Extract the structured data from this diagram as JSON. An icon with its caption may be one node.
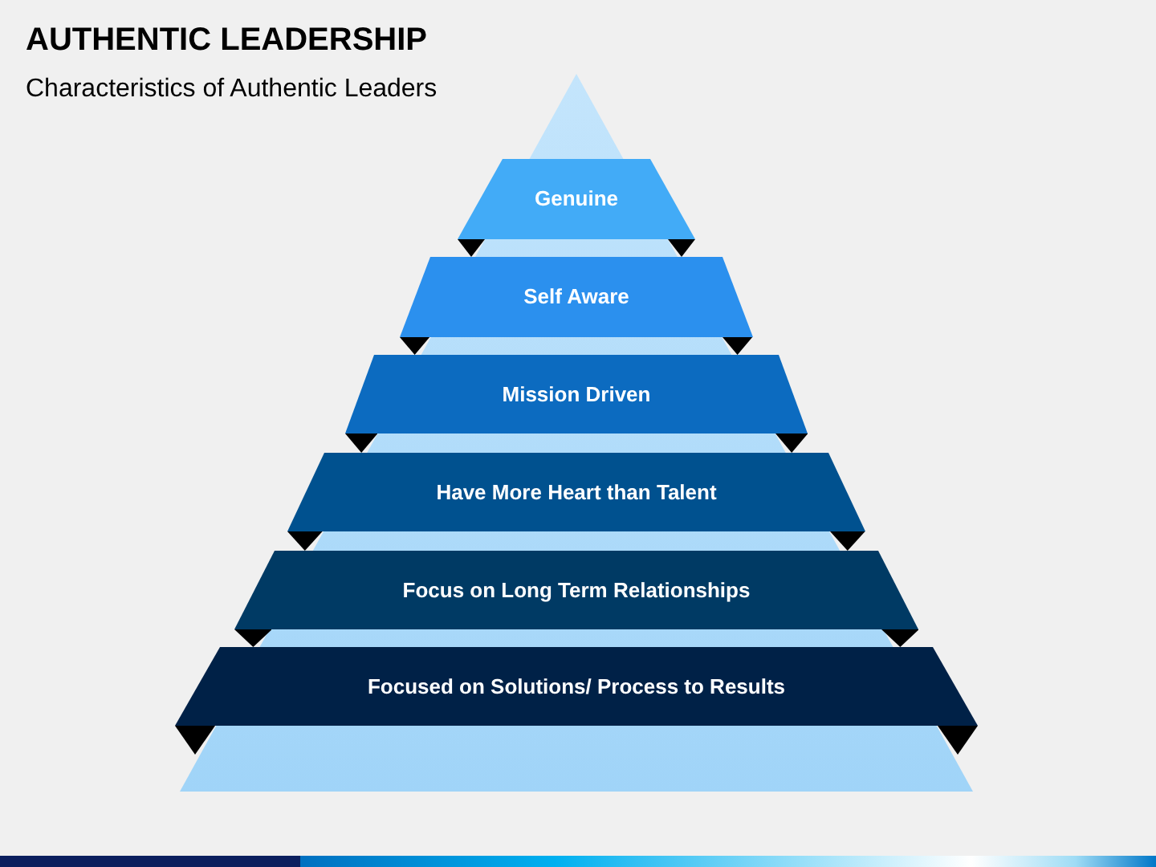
{
  "diagram": {
    "title": "AUTHENTIC LEADERSHIP",
    "nodes": [
      {
        "text": [
          "Genuine"
        ]
      },
      {
        "text": [
          "Self Aware"
        ]
      },
      {
        "text": [
          "Mission Driven"
        ]
      },
      {
        "text": [
          "Have More Heart than Talent"
        ]
      },
      {
        "text": [
          "Focus on Long Term Relationships"
        ]
      },
      {
        "text": [
          "Focused on Solutions/ Process to Results"
        ]
      }
    ],
    "labels": [
      "Characteristics of Authentic Leaders"
    ]
  }
}
